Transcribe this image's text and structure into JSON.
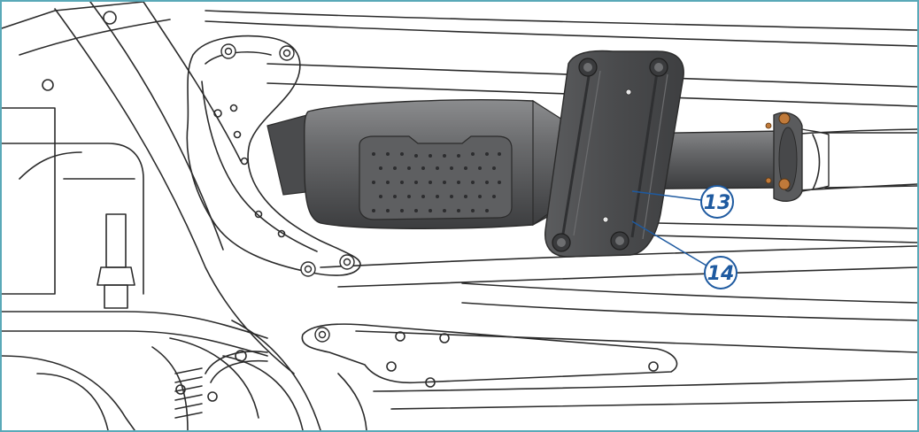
{
  "colors": {
    "border": "#5aa9b8",
    "line": "#2b2b2b",
    "catalyst_body": "#555658",
    "catalyst_shadow": "#3c3d3f",
    "bracket": "#4a4b4d",
    "flange_copper": "#c07a3a",
    "callout": "#1e5aa0"
  },
  "icons": [
    "bolt-head-icon",
    "nut-icon"
  ],
  "callouts": [
    {
      "label": "13",
      "part": "heat-shield-bracket"
    },
    {
      "label": "14",
      "part": "bracket-fastener"
    }
  ]
}
